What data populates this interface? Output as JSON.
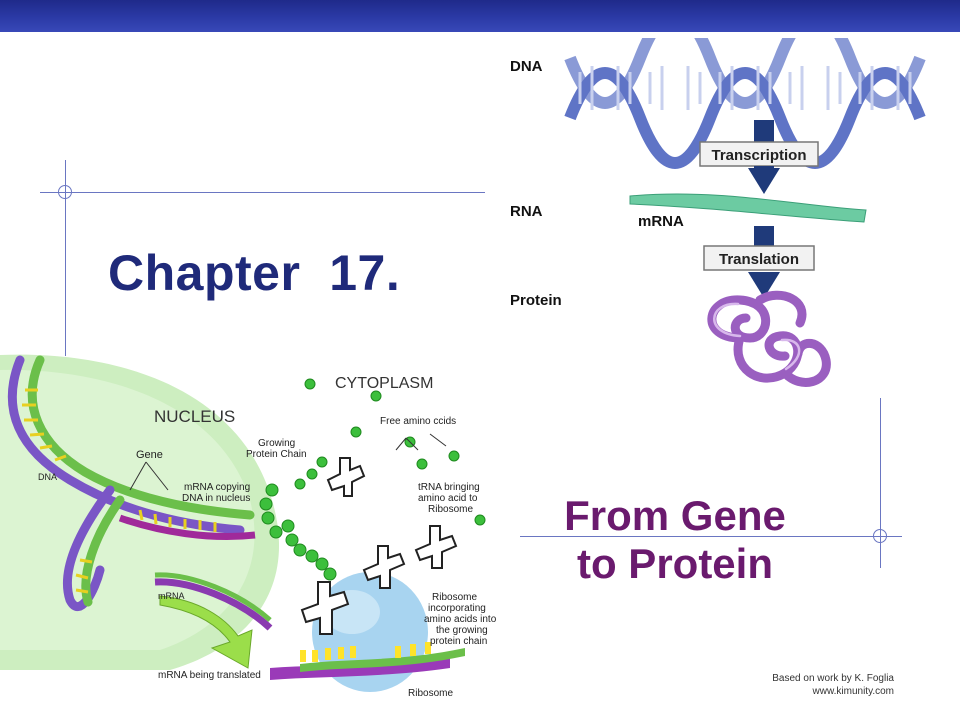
{
  "slide": {
    "title": "Chapter  17.",
    "subtitle_line1": "From Gene",
    "subtitle_line2": "to Protein",
    "credit_line1": "Based on work by K. Foglia",
    "credit_line2": "www.kimunity.com"
  },
  "dogma_diagram": {
    "dna_label": "DNA",
    "rna_label": "RNA",
    "protein_label": "Protein",
    "mrna_label": "mRNA",
    "transcription_label": "Transcription",
    "translation_label": "Translation"
  },
  "cell_diagram": {
    "cytoplasm": "CYTOPLASM",
    "nucleus": "NUCLEUS",
    "gene": "Gene",
    "dna": "DNA",
    "growing_chain_1": "Growing",
    "growing_chain_2": "Protein Chain",
    "mrna_copying_1": "mRNA copying",
    "mrna_copying_2": "DNA in nucleus",
    "free_amino": "Free amino ccids",
    "trna_1": "tRNA bringing",
    "trna_2": "amino acid to",
    "trna_3": "Ribosome",
    "ribosome_inc_1": "Ribosome",
    "ribosome_inc_2": "incorporating",
    "ribosome_inc_3": "amino acids into",
    "ribosome_inc_4": "the growing",
    "ribosome_inc_5": "protein chain",
    "mrna": "mRNA",
    "mrna_translated": "mRNA being translated",
    "ribosome": "Ribosome"
  },
  "colors": {
    "title": "#1f2a7a",
    "subtitle": "#6a1a6e",
    "bar": "#2b3aa6",
    "dna_strand": "#7f8fd0",
    "protein": "#9a5fc0",
    "mrna_band": "#5fc49a",
    "nucleus": "#cfeec0",
    "ribosome": "#a8d4f0"
  }
}
